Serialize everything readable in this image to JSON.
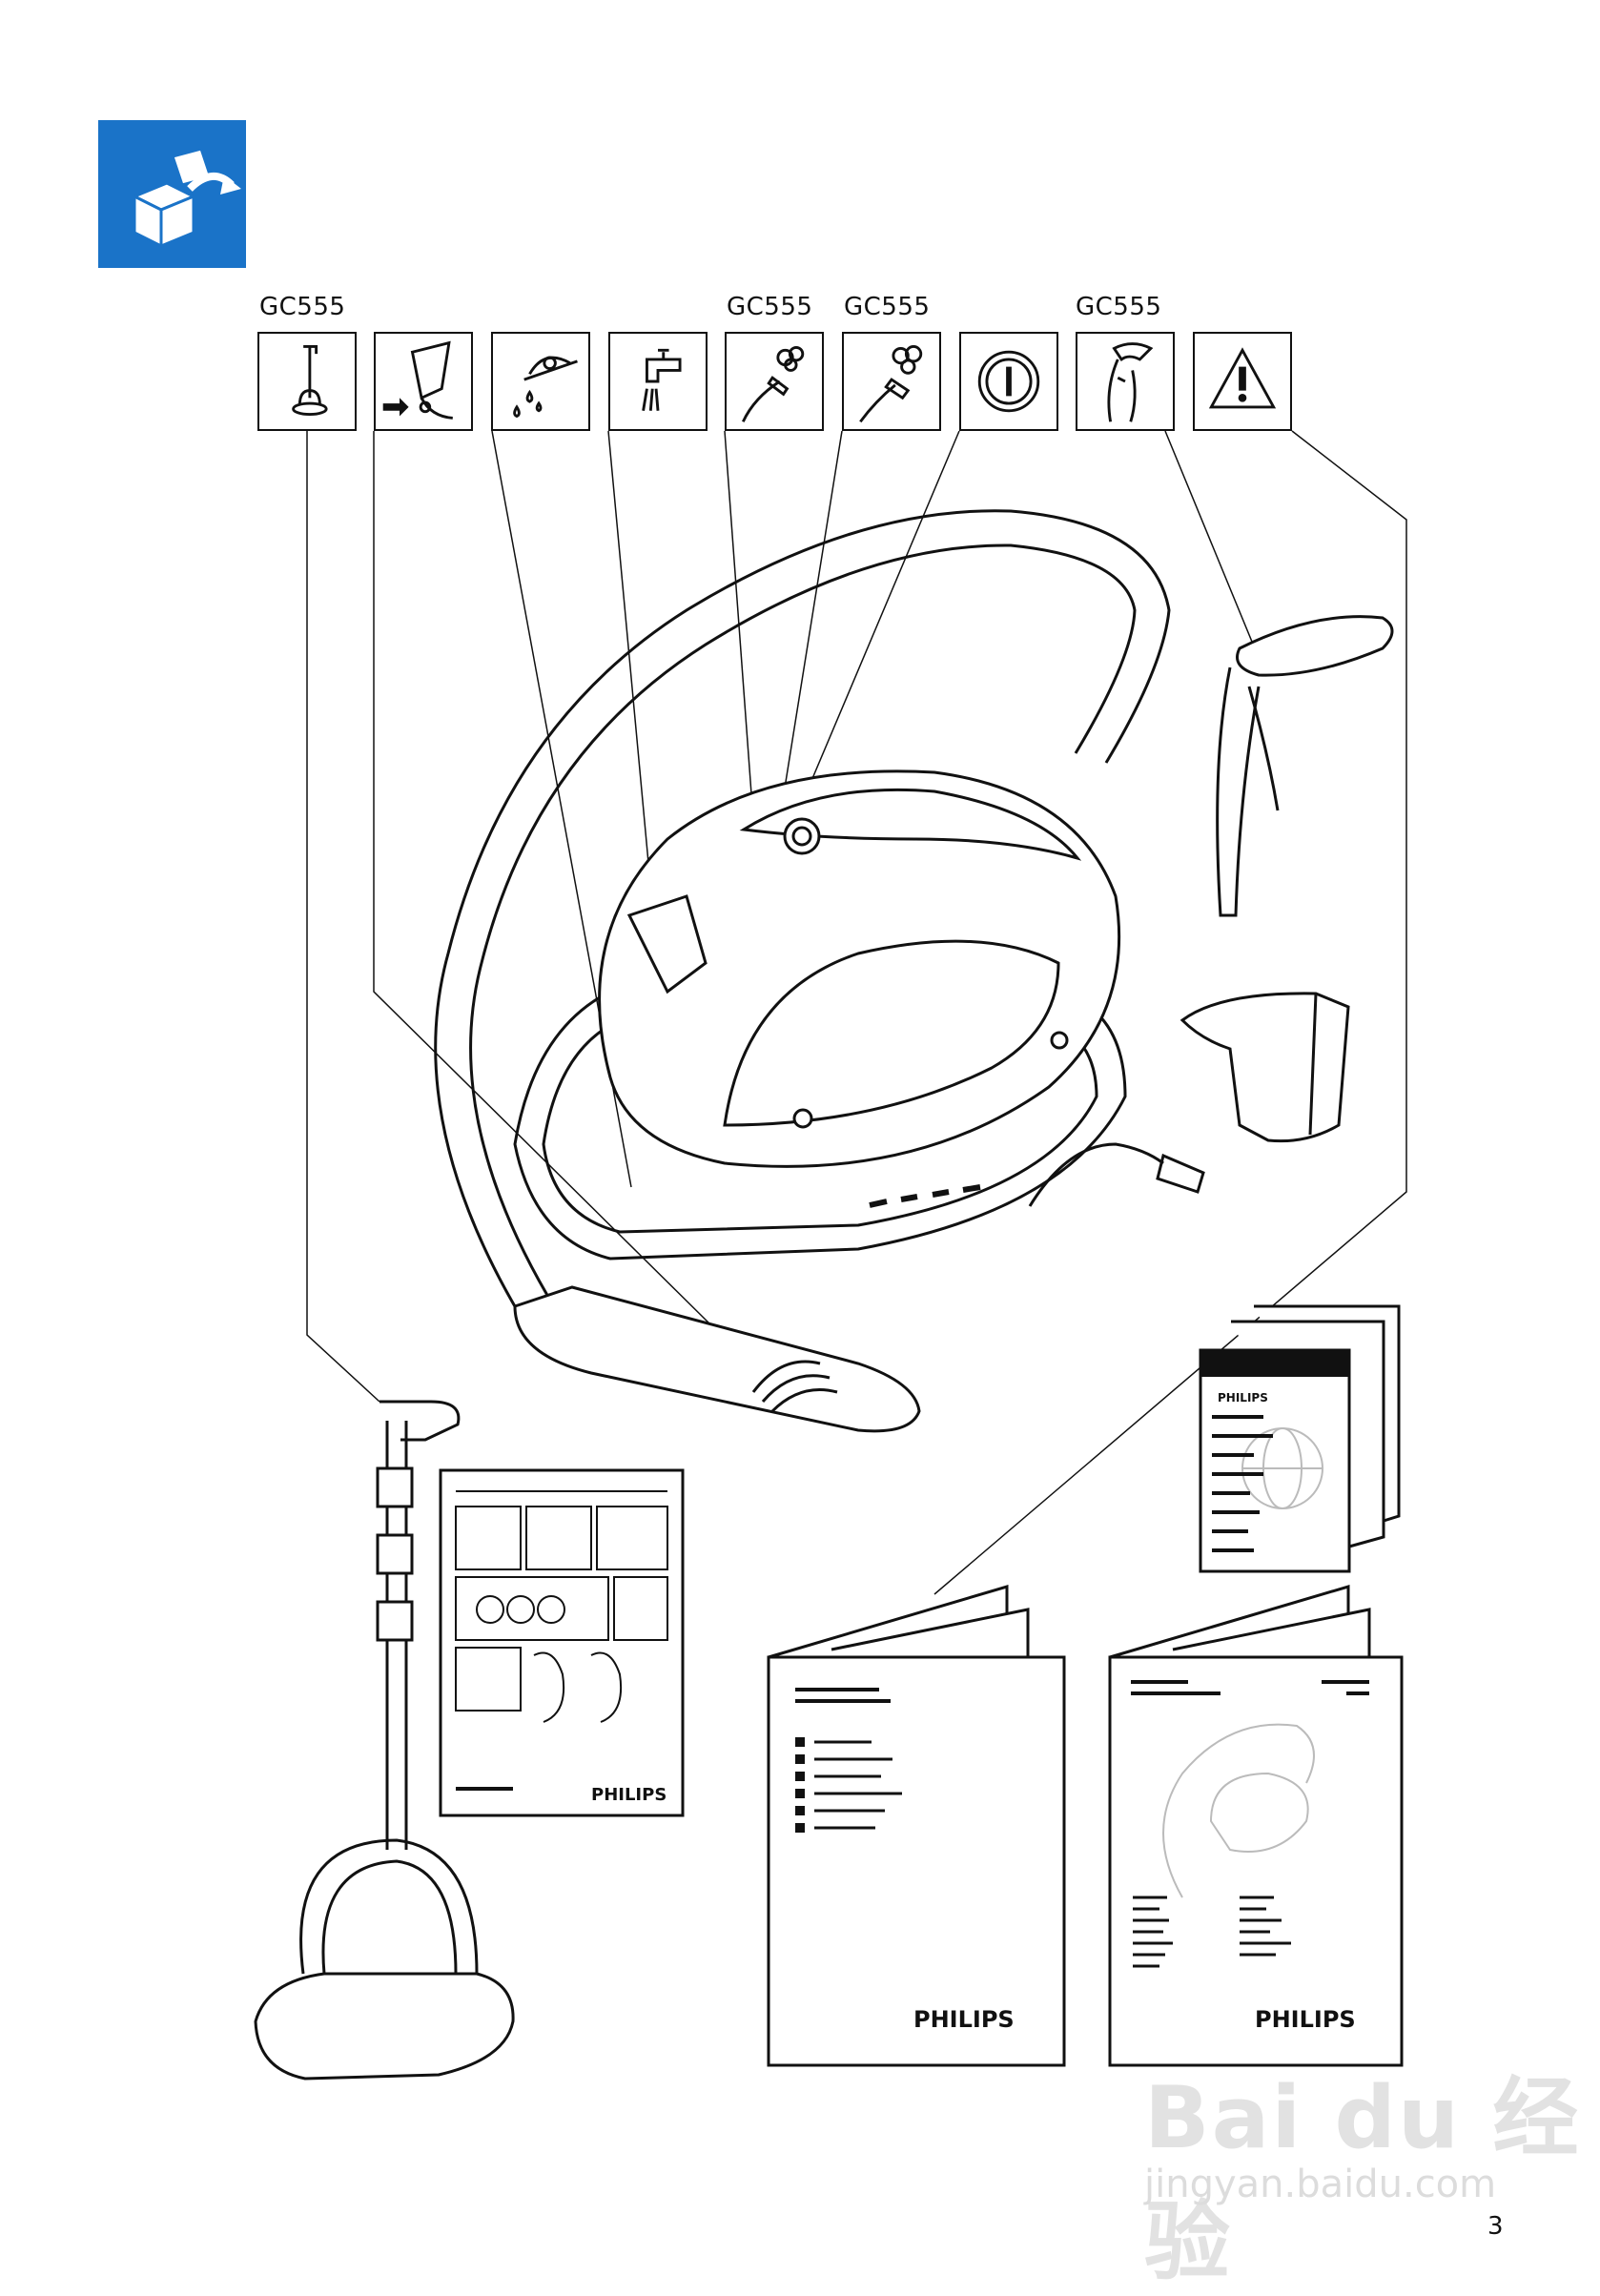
{
  "header": {
    "icon": "unpack-box-icon",
    "icon_bg_color": "#1a73c8"
  },
  "models": {
    "label_1": "GC555",
    "label_2": "GC555",
    "label_3": "GC555",
    "label_4": "GC555"
  },
  "tiles": [
    {
      "icon": "garment-hanger-pole-icon"
    },
    {
      "icon": "insert-hanger-icon"
    },
    {
      "icon": "water-drip-tank-icon"
    },
    {
      "icon": "water-tap-icon"
    },
    {
      "icon": "steam-hose-brush-icon"
    },
    {
      "icon": "steam-nozzle-icon"
    },
    {
      "icon": "power-button-icon"
    },
    {
      "icon": "hanger-clip-icon"
    },
    {
      "icon": "warning-triangle-icon"
    }
  ],
  "booklets": {
    "small_brand": "PHILIPS",
    "quick_guide_brand": "PHILIPS",
    "manual_1_brand": "PHILIPS",
    "manual_2_brand": "PHILIPS"
  },
  "page_number": "3",
  "watermark": {
    "logo": "Bai du 经验",
    "url": "jingyan.baidu.com"
  }
}
